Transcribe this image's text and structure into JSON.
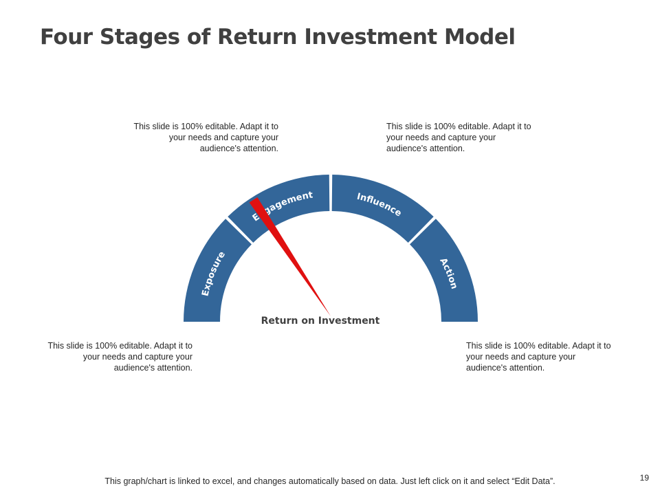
{
  "slide": {
    "title": "Four Stages of Return Investment Model",
    "footer": "This graph/chart is linked to excel, and changes automatically based on data. Just left click on it and select “Edit Data”.",
    "page_number": "19"
  },
  "notes": {
    "top_left": "This slide is 100% editable. Adapt it to your needs and capture your audience's attention.",
    "top_right": "This slide is 100% editable. Adapt it to your needs and capture your audience's attention.",
    "bottom_left": "This slide is 100% editable. Adapt it to your needs and capture your audience's attention.",
    "bottom_right": "This slide is 100% editable. Adapt it to your needs and capture your audience's attention."
  },
  "gauge": {
    "center_label": "Return on Investment",
    "segment_color": "#336699",
    "needle_color": "#e01010",
    "label_color": "#ffffff",
    "center_label_color": "#404040",
    "segments": [
      {
        "label": "Exposure"
      },
      {
        "label": "Engagement"
      },
      {
        "label": "Influence"
      },
      {
        "label": "Action"
      }
    ],
    "needle_fraction": 0.32
  }
}
